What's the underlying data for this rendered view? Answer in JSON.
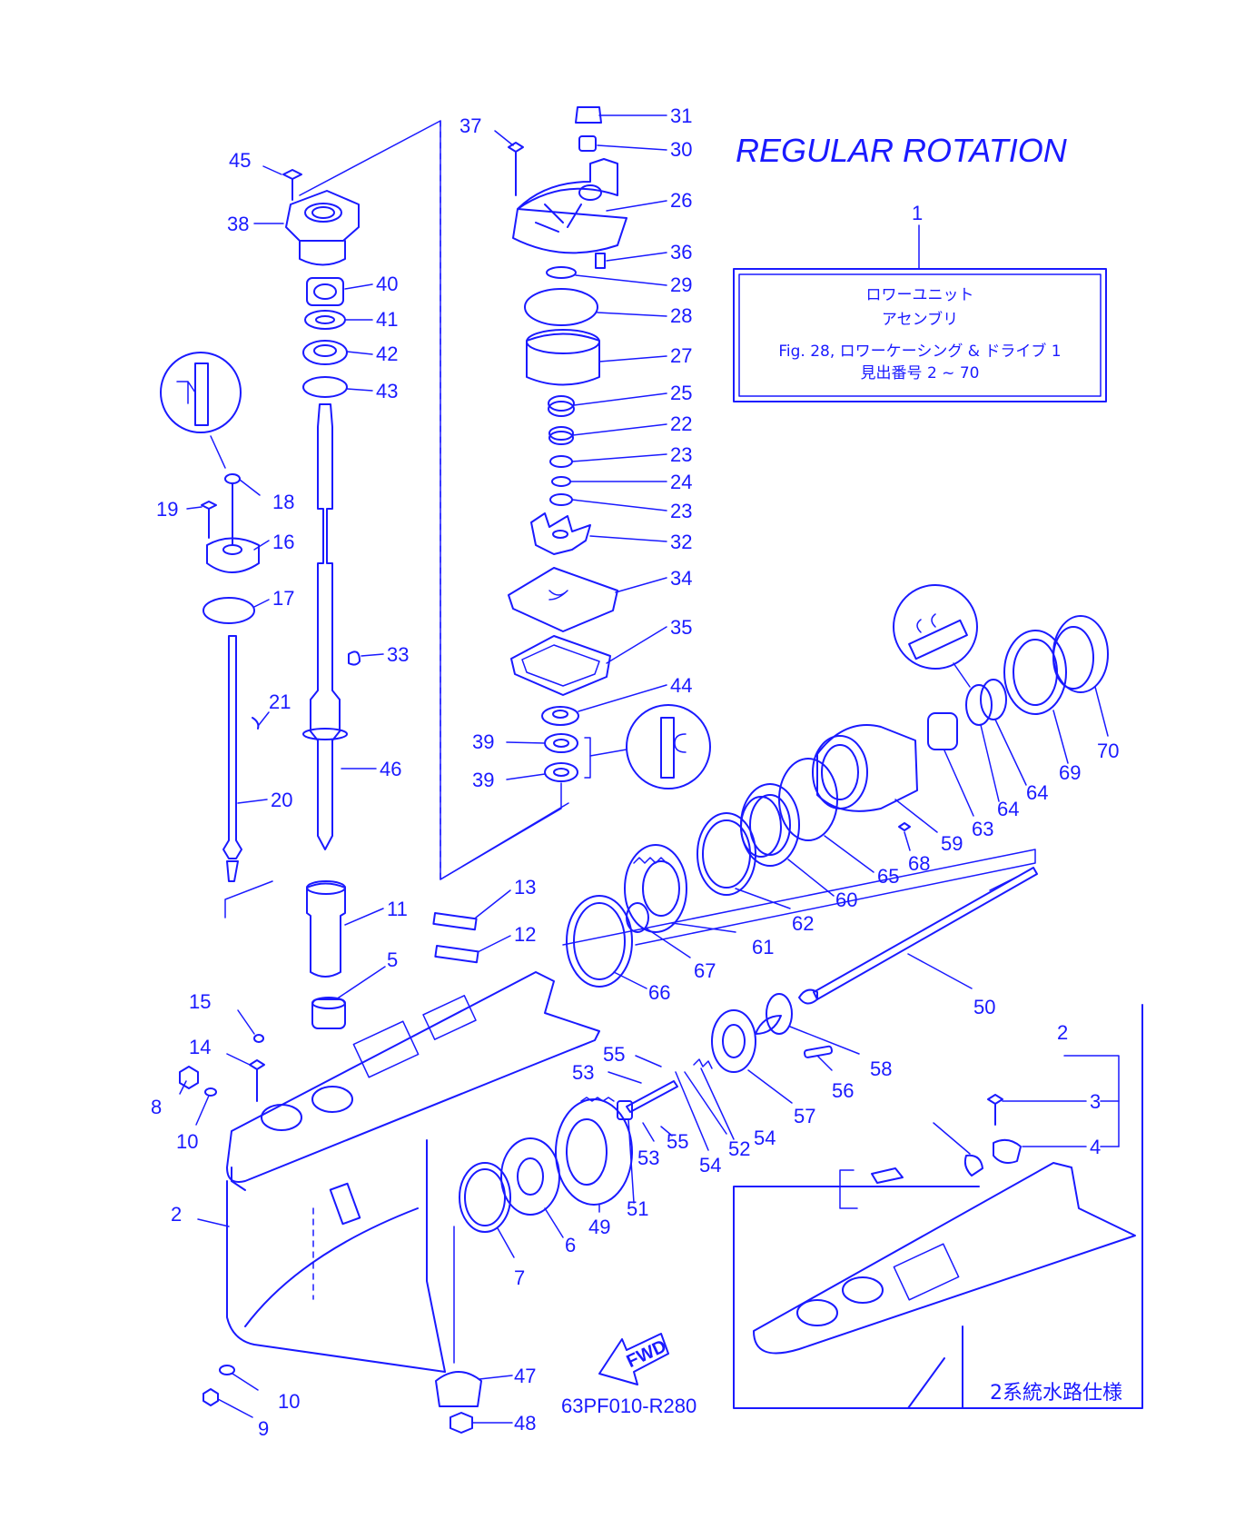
{
  "title": "REGULAR ROTATION",
  "assembly_box": {
    "ref": "1",
    "line1": "ロワーユニット",
    "line2": "アセンブリ",
    "line3": "Fig. 28, ロワーケーシング & ドライブ 1",
    "line4": "見出番号 2 ~ 70"
  },
  "inset": {
    "ref": "2",
    "caption": "2系統水路仕様",
    "refs": [
      "3",
      "4"
    ]
  },
  "fwd_label": "FWD",
  "drawing_code": "63PF010-R280",
  "colors": {
    "line": "#1a1aff",
    "background": "#ffffff"
  },
  "callouts": [
    "31",
    "30",
    "37",
    "26",
    "45",
    "36",
    "38",
    "29",
    "28",
    "40",
    "41",
    "27",
    "42",
    "43",
    "25",
    "22",
    "23",
    "24",
    "23",
    "32",
    "18",
    "19",
    "16",
    "34",
    "17",
    "35",
    "33",
    "44",
    "21",
    "39",
    "39",
    "46",
    "20",
    "13",
    "11",
    "12",
    "5",
    "15",
    "14",
    "8",
    "10",
    "2",
    "10",
    "9",
    "47",
    "48",
    "55",
    "53",
    "53",
    "55",
    "54",
    "54",
    "52",
    "51",
    "49",
    "6",
    "7",
    "57",
    "56",
    "58",
    "50",
    "66",
    "67",
    "61",
    "62",
    "60",
    "65",
    "68",
    "59",
    "63",
    "64",
    "64",
    "69",
    "70"
  ]
}
